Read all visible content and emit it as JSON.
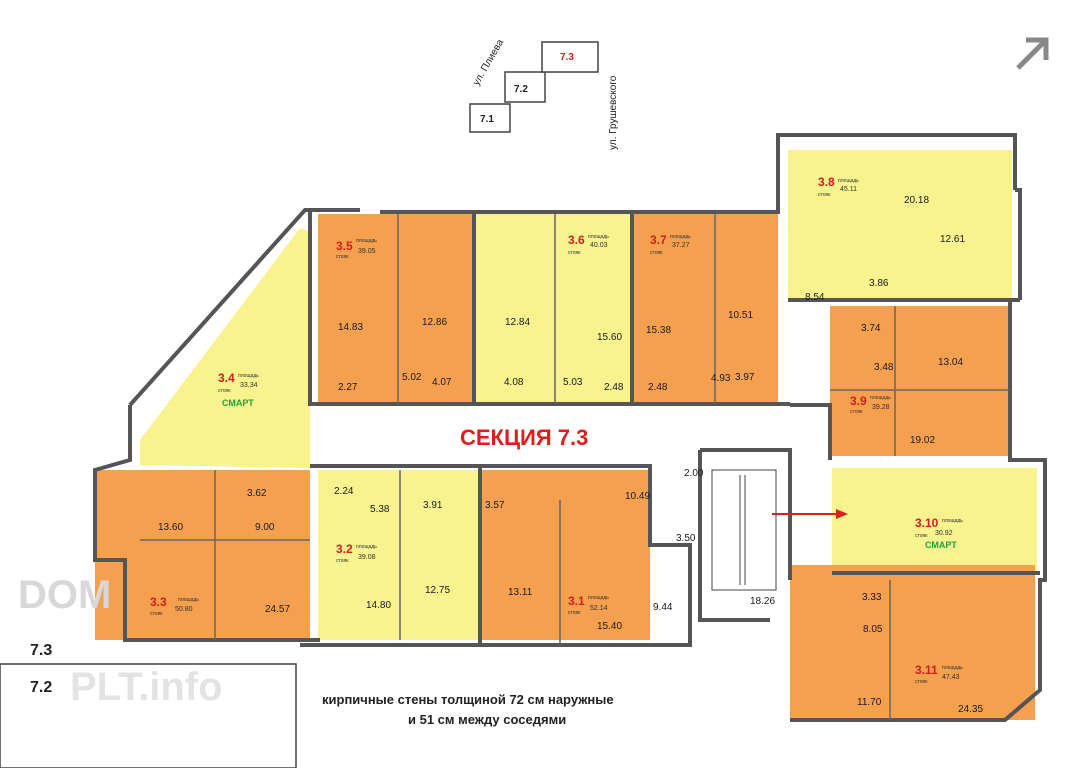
{
  "title": "СЕКЦИЯ 7.3",
  "note_line1": "кирпичные стены толщиной 72 см наружные",
  "note_line2": "и 51 см между соседями",
  "streets": [
    "ул. Плиева",
    "ул. Грушевского"
  ],
  "buildings": [
    "7.1",
    "7.2",
    "7.3"
  ],
  "watermark": {
    "brand": "DOM",
    "site": "PLT.info",
    "sections": [
      "7.3",
      "7.2"
    ]
  },
  "labels": {
    "area": "площадь",
    "riser": "стояк",
    "smart": "СМАРТ"
  },
  "apartments": [
    {
      "id": "3.1",
      "area": "52.14"
    },
    {
      "id": "3.2",
      "area": "39.08"
    },
    {
      "id": "3.3",
      "area": "50.80"
    },
    {
      "id": "3.4",
      "area": "33.34",
      "smart": true
    },
    {
      "id": "3.5",
      "area": "39.05"
    },
    {
      "id": "3.6",
      "area": "40.03"
    },
    {
      "id": "3.7",
      "area": "37.27"
    },
    {
      "id": "3.8",
      "area": "45.11"
    },
    {
      "id": "3.9",
      "area": "39.28"
    },
    {
      "id": "3.10",
      "area": "30.92",
      "smart": true
    },
    {
      "id": "3.11",
      "area": "47.43"
    }
  ],
  "rooms": {
    "a35": [
      "14.83",
      "12.86",
      "2.27",
      "5.02",
      "4.07"
    ],
    "a36": [
      "12.84",
      "15.60",
      "4.08",
      "5.03",
      "2.48"
    ],
    "a37": [
      "15.38",
      "10.51",
      "2.48",
      "4.93",
      "3.97"
    ],
    "a38": [
      "20.18",
      "12.61",
      "8.54",
      "3.86"
    ],
    "a39": [
      "3.74",
      "3.48",
      "13.04",
      "19.02"
    ],
    "a34": [
      "3.62"
    ],
    "a33": [
      "13.60",
      "9.00",
      "24.57"
    ],
    "a32": [
      "2.24",
      "5.38",
      "3.91",
      "14.80",
      "12.75"
    ],
    "a31": [
      "3.57",
      "10.49",
      "13.11",
      "9.44",
      "15.40"
    ],
    "core": [
      "2.00",
      "3.50",
      "18.26"
    ],
    "a310": [
      "3.33"
    ],
    "a311": [
      "8.05",
      "11.70",
      "24.35"
    ]
  },
  "colors": {
    "orange": "#f5a04e",
    "yellow": "#f8f28f",
    "wall": "#555555",
    "title_red": "#e01e1e",
    "smart_green": "#1aa53a"
  }
}
